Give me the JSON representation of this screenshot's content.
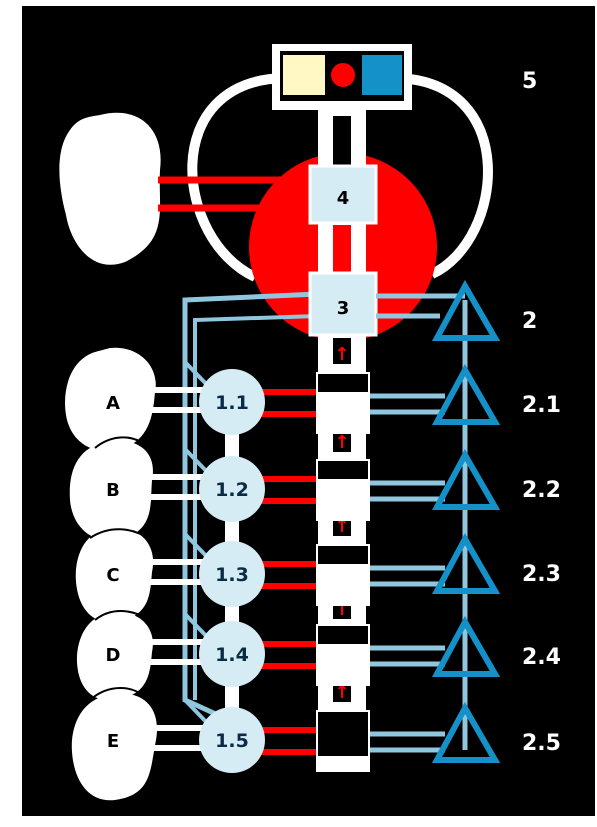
{
  "colors": {
    "background": "#000000",
    "frame": "#ffffff",
    "red": "#ff0000",
    "light_blue": "#d6ecf5",
    "blue_line": "#8fc7df",
    "triangle_blue": "#1591c9",
    "cream": "#fff8c4",
    "blue_box": "#1591c9"
  },
  "diagram": {
    "top_label": "5",
    "box_4_label": "4",
    "box_3_label": "3",
    "shapes": [
      {
        "label": "A"
      },
      {
        "label": "B"
      },
      {
        "label": "C"
      },
      {
        "label": "D"
      },
      {
        "label": "E"
      }
    ],
    "circles": [
      {
        "label": "1.1"
      },
      {
        "label": "1.2"
      },
      {
        "label": "1.3"
      },
      {
        "label": "1.4"
      },
      {
        "label": "1.5"
      }
    ],
    "right_labels": [
      {
        "label": "2"
      },
      {
        "label": "2.1"
      },
      {
        "label": "2.2"
      },
      {
        "label": "2.3"
      },
      {
        "label": "2.4"
      },
      {
        "label": "2.5"
      }
    ],
    "arrow_glyph": "↑"
  }
}
